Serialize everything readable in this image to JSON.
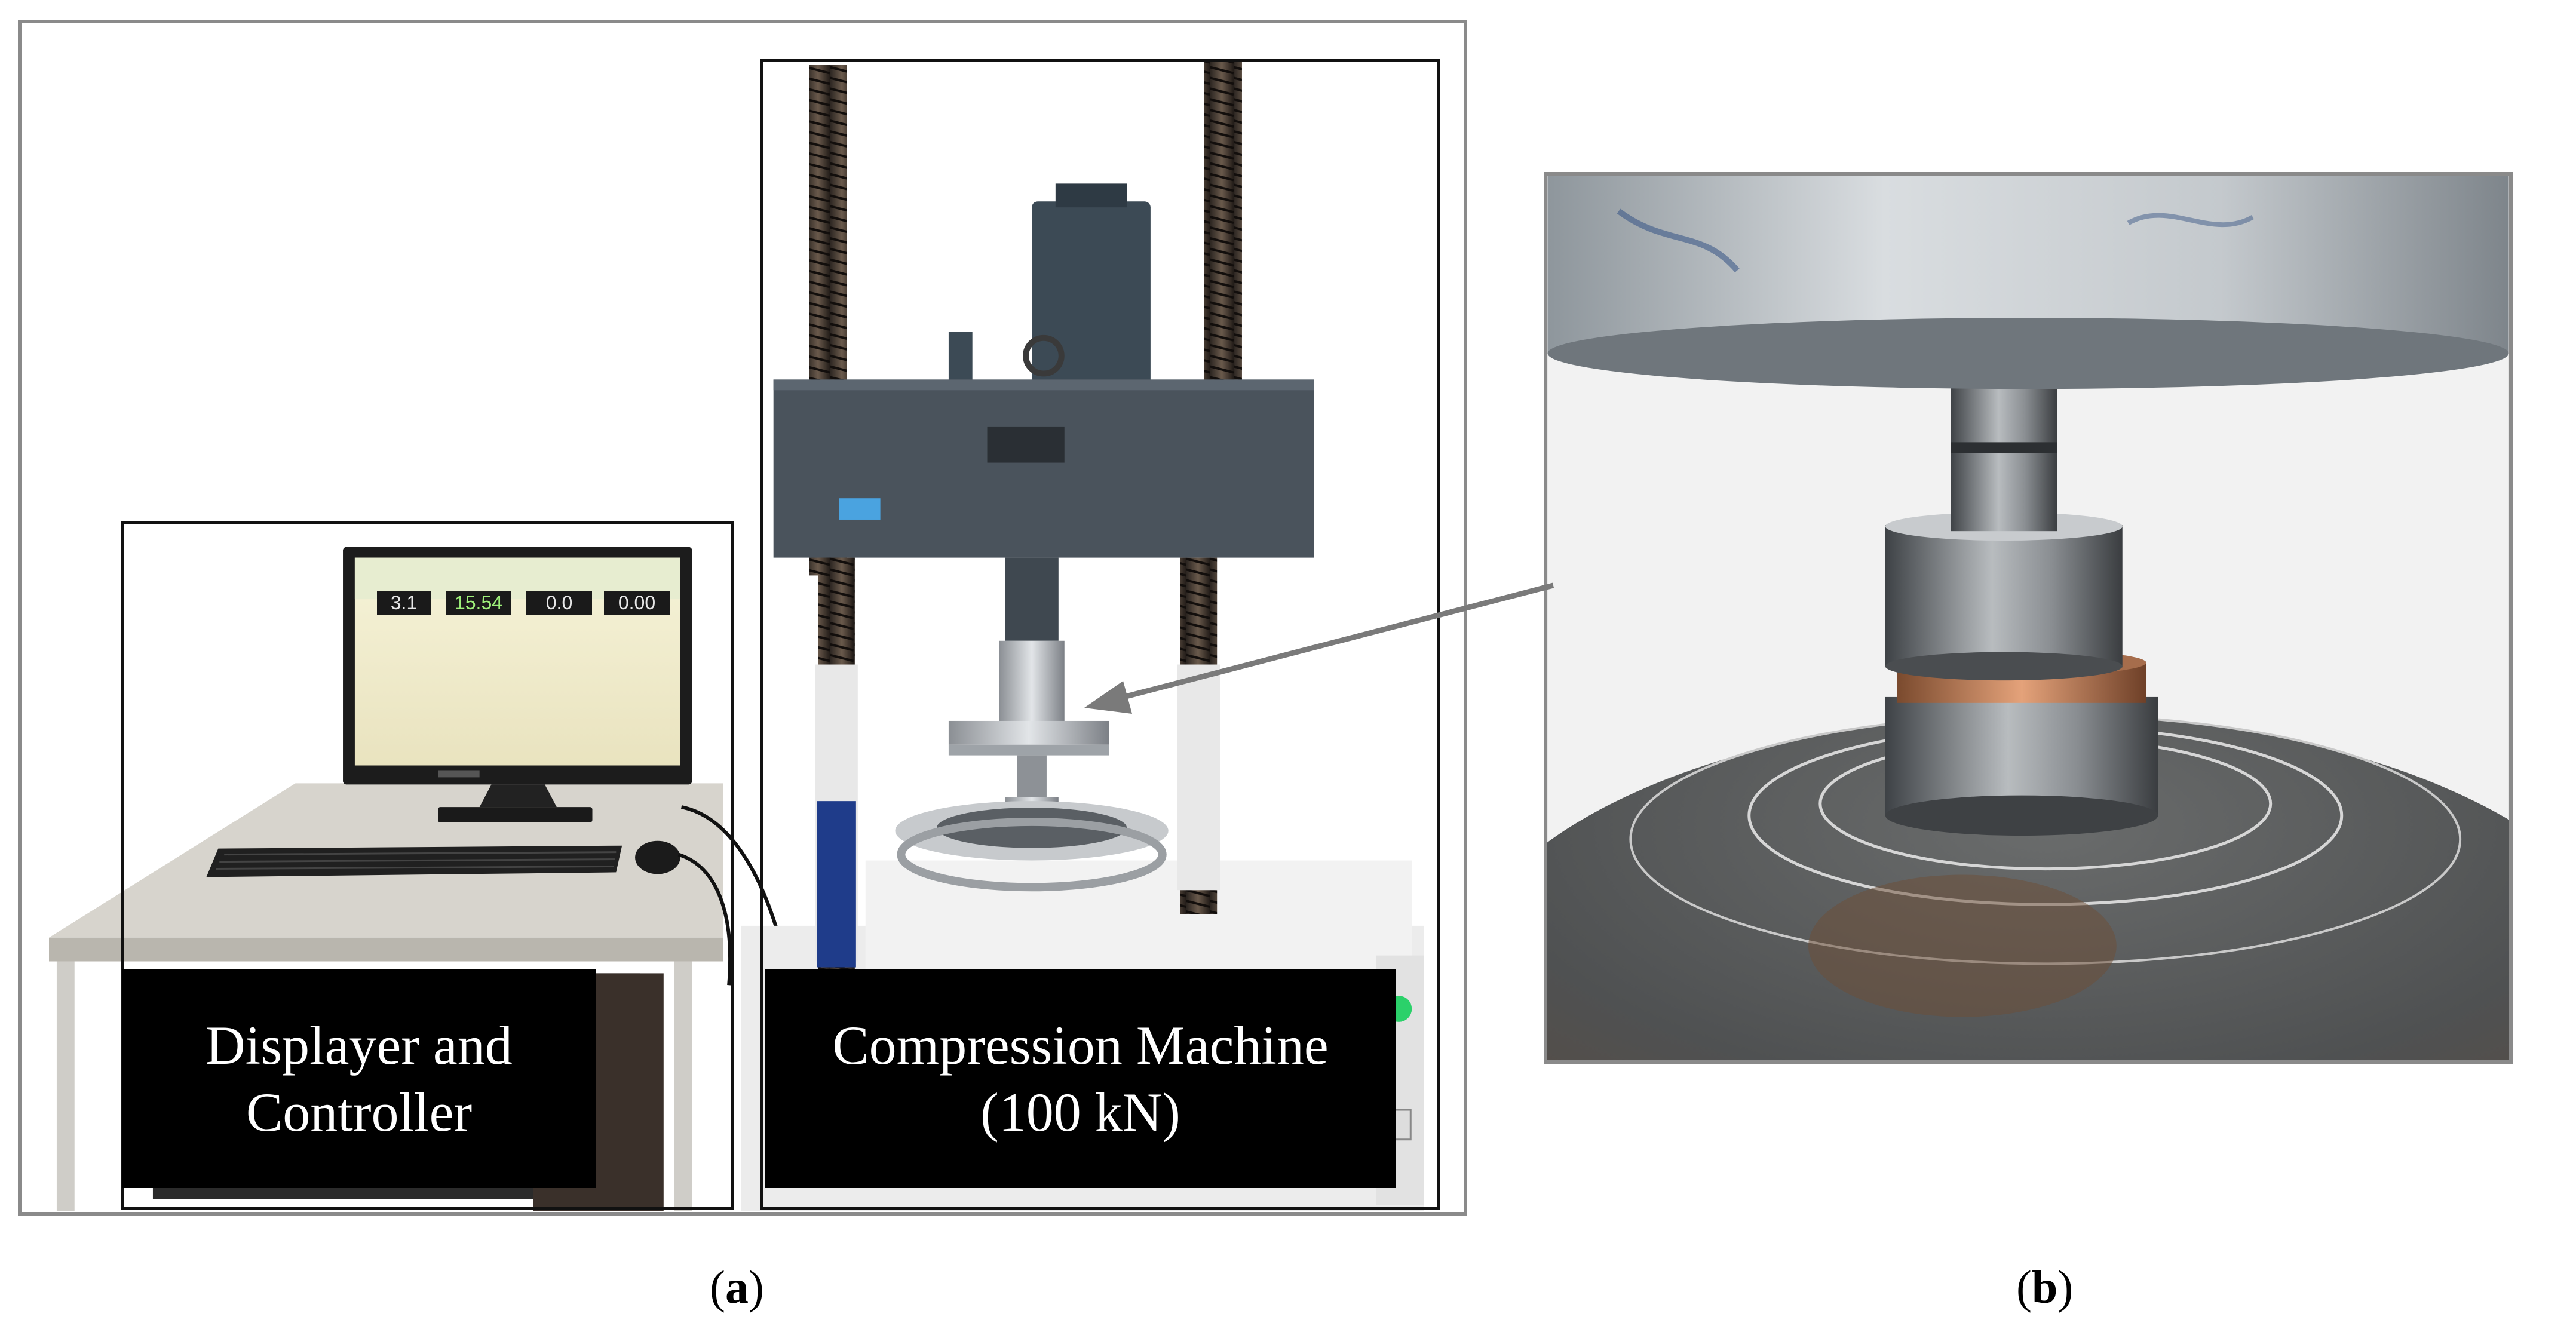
{
  "panel_a": {
    "label_displayer_line1": "Displayer and",
    "label_displayer_line2": "Controller",
    "label_machine_line1": "Compression Machine",
    "label_machine_line2": "(100 kN)",
    "screen_values": [
      "3.1",
      "15.54",
      "0.0",
      "0.00"
    ],
    "caption_prefix": "(",
    "caption_letter": "a",
    "caption_suffix": ")"
  },
  "panel_b": {
    "caption_prefix": "(",
    "caption_letter": "b",
    "caption_suffix": ")"
  },
  "colors": {
    "frame_border": "#8a8a8a",
    "label_background": "#000000",
    "label_text": "#ffffff",
    "arrow": "#7a7a7a",
    "machine_body": "#4a535c",
    "copper_ring": "#c8855a"
  }
}
